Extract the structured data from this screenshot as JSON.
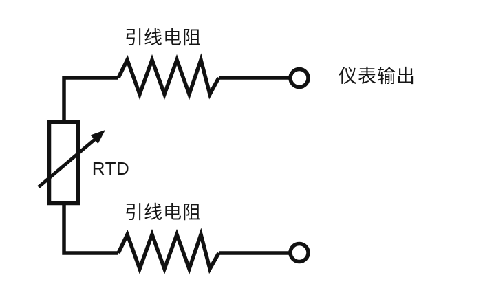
{
  "colors": {
    "background": "#ffffff",
    "line": "#111111",
    "text": "#161616"
  },
  "labels": {
    "top_lead_resistor": "引线电阻",
    "bottom_lead_resistor": "引线电阻",
    "rtd": "RTD",
    "instrument_output": "仪表输出"
  }
}
